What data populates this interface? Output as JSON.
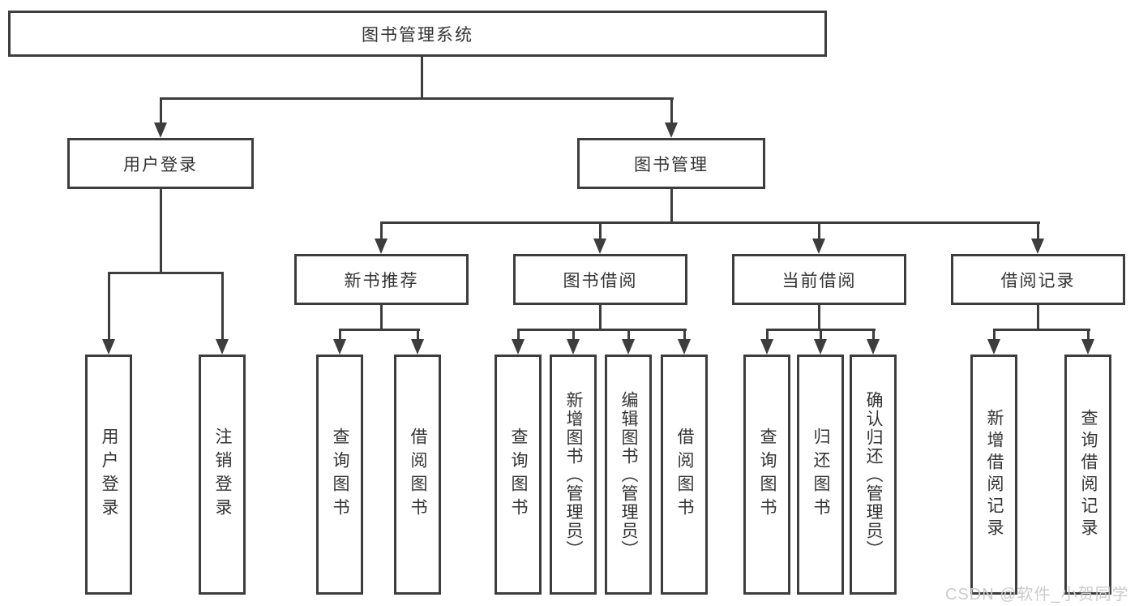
{
  "colors": {
    "line": "#3d3d3d",
    "text": "#333333",
    "watermark": "#cbcbcb"
  },
  "tree": {
    "label": "图书管理系统",
    "children": [
      {
        "label": "用户登录",
        "children": [
          {
            "label": "用户登录"
          },
          {
            "label": "注销登录"
          }
        ]
      },
      {
        "label": "图书管理",
        "children": [
          {
            "label": "新书推荐",
            "children": [
              {
                "label": "查询图书"
              },
              {
                "label": "借阅图书"
              }
            ]
          },
          {
            "label": "图书借阅",
            "children": [
              {
                "label": "查询图书"
              },
              {
                "label": "新增图书（管理员）"
              },
              {
                "label": "编辑图书（管理员）"
              },
              {
                "label": "借阅图书"
              }
            ]
          },
          {
            "label": "当前借阅",
            "children": [
              {
                "label": "查询图书"
              },
              {
                "label": "归还图书"
              },
              {
                "label": "确认归还（管理员）"
              }
            ]
          },
          {
            "label": "借阅记录",
            "children": [
              {
                "label": "新增借阅记录"
              },
              {
                "label": "查询借阅记录"
              }
            ]
          }
        ]
      }
    ]
  },
  "watermark": {
    "text": "CSDN @软件_小贺同学"
  }
}
